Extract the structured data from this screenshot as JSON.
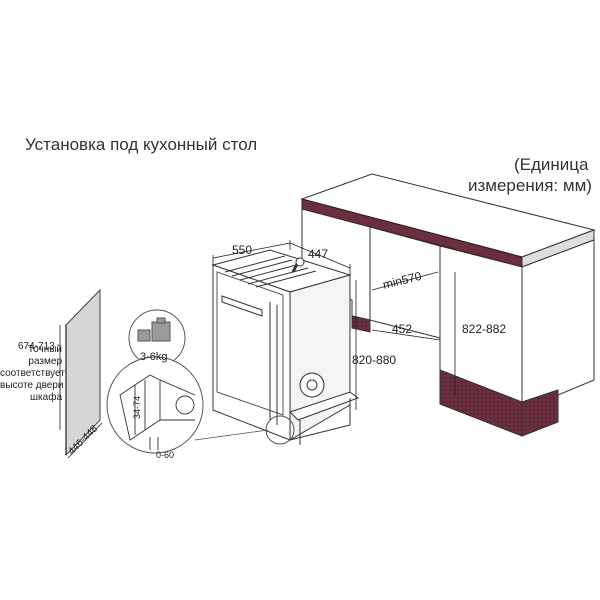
{
  "title": "Установка под кухонный стол",
  "unit_line1": "(Единица",
  "unit_line2": "измерения: мм)",
  "dimensions": {
    "width": "550",
    "depth": "447",
    "min_depth": "min570",
    "recess": "452",
    "counter_height": "822-882",
    "appliance_height": "820-880",
    "feet": "34-74",
    "gap": "0-60",
    "panel_height": "674-713",
    "panel_width": "446-448"
  },
  "weight": "3-6kg",
  "panel_note": [
    "Точный",
    "размер",
    "соответствует",
    "высоте двери",
    "шкафа"
  ]
}
